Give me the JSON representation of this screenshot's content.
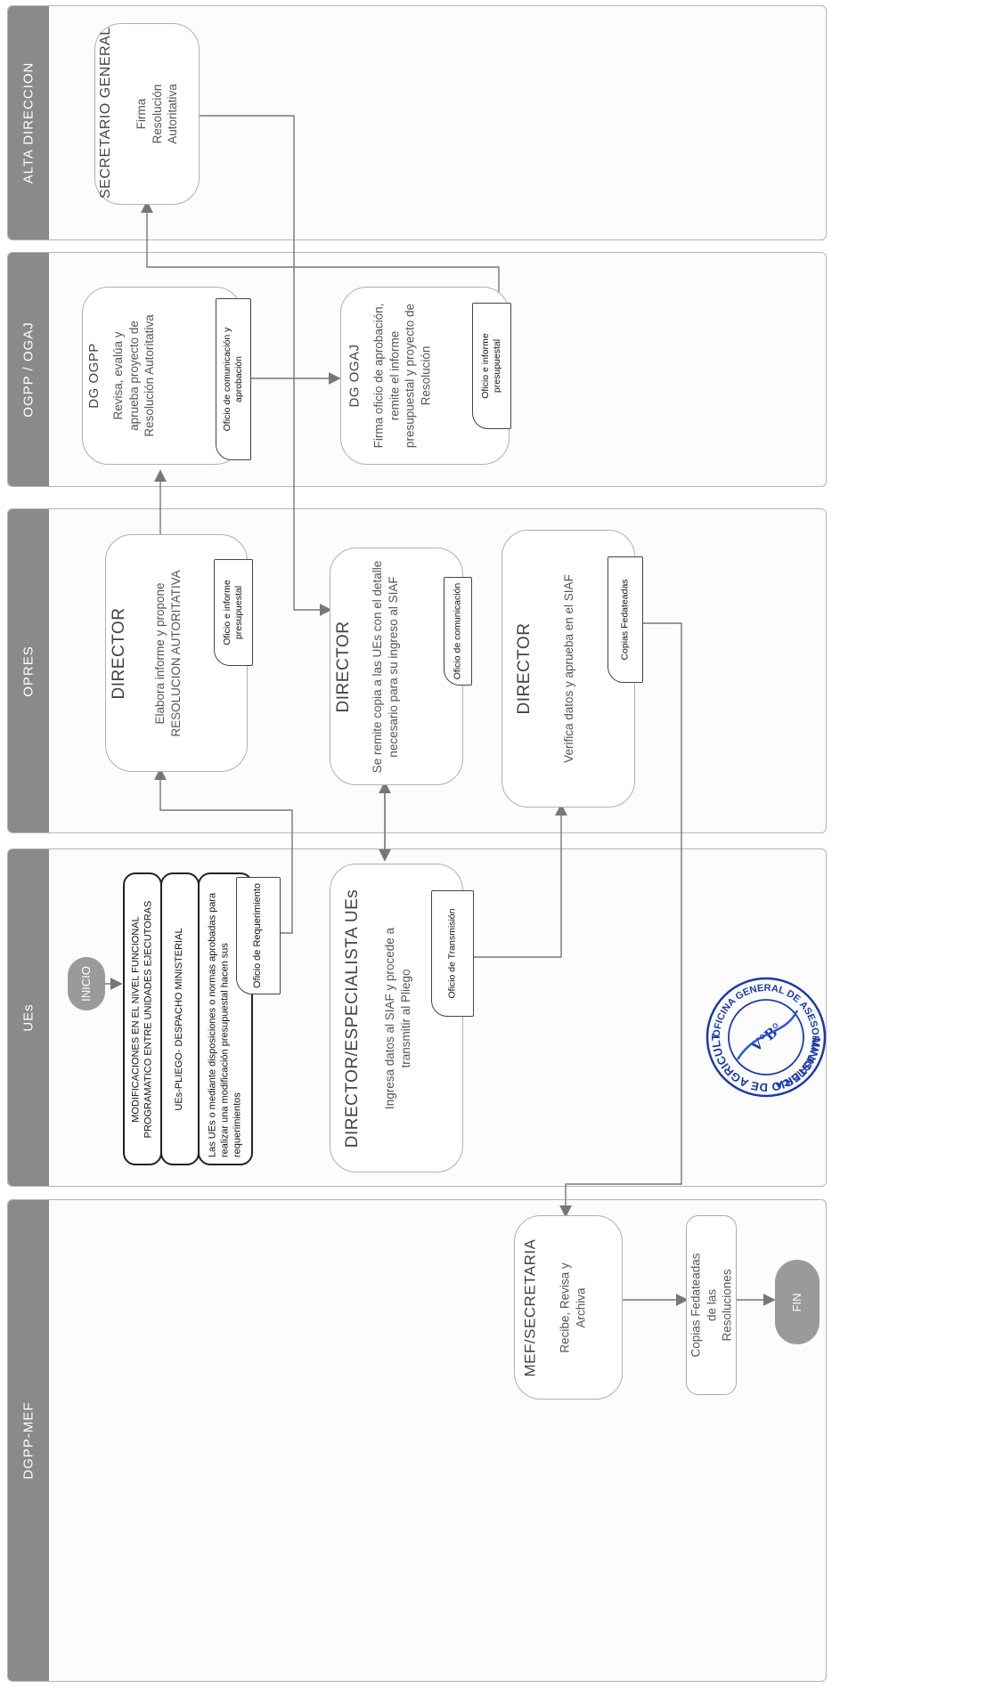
{
  "lanes": {
    "alta": "ALTA DIRECCION",
    "ogpp": "OGPP / OGAJ",
    "opres": "OPRES",
    "ues": "UEs",
    "dgpp": "DGPP-MEF"
  },
  "nodes": {
    "inicio": "INICIO",
    "fin": "FIN",
    "ues_box1": "MODIFICACIONES EN EL NIVEL FUNCIONAL PROGRAMATICO ENTRE UNIDADES EJECUTORAS",
    "ues_box2": "UEs-PLIEGO- DESPACHO MINISTERIAL",
    "ues_box3": "Las UEs o mediante disposiciones o normas aprobadas para realizar una modificación presupuestal hacen sus requerimientos",
    "ues_doc": "Oficio de Requerimiento",
    "dir_esp_role": "DIRECTOR/ESPECIALISTA UEs",
    "dir_esp_desc": "Ingresa datos al SIAF y procede a transmitir al Pliego",
    "dir_esp_doc": "Oficio de Transmisión",
    "opres1_role": "DIRECTOR",
    "opres1_desc": "Elabora informe y propone RESOLUCION AUTORITATIVA",
    "opres1_doc": "Oficio e informe presupuestal",
    "opres2_role": "DIRECTOR",
    "opres2_desc": "Se remite copia a las UEs con el detalle necesario para su ingreso al SIAF",
    "opres2_doc": "Oficio de comunicación",
    "opres3_role": "DIRECTOR",
    "opres3_desc": "Verifica datos y aprueba en el SIAF",
    "opres3_doc": "Copias Fedateadas",
    "ogpp_role": "DG OGPP",
    "ogpp_desc": "Revisa, evalúa y aprueba proyecto de Resolución Autoritativa",
    "ogpp_doc": "Oficio de comunicación y aprobación",
    "ogaj_role": "DG OGAJ",
    "ogaj_desc": "Firma oficio de aprobación, remite el informe presupuestal y proyecto de Resolución",
    "ogaj_doc": "Oficio e informe presupuestal",
    "sg_role": "SECRETARIO GENERAL",
    "sg_desc": "Firma Resolución Autoritativa",
    "mef_role": "MEF/SECRETARIA",
    "mef_desc": "Recibe, Revisa y Archiva",
    "copias_desc": "Copias Fedateadas de las Resoluciones"
  },
  "seal": {
    "ring_top": "MINISTERIO DE AGRICULTURA Y RIEGO",
    "ring_bottom": "OFICINA GENERAL DE ASESORIA JURIDICA",
    "center": "V°B°"
  },
  "colors": {
    "lane_header": "#8a8a8a",
    "connector": "#777777",
    "seal": "#1a3aa8"
  }
}
